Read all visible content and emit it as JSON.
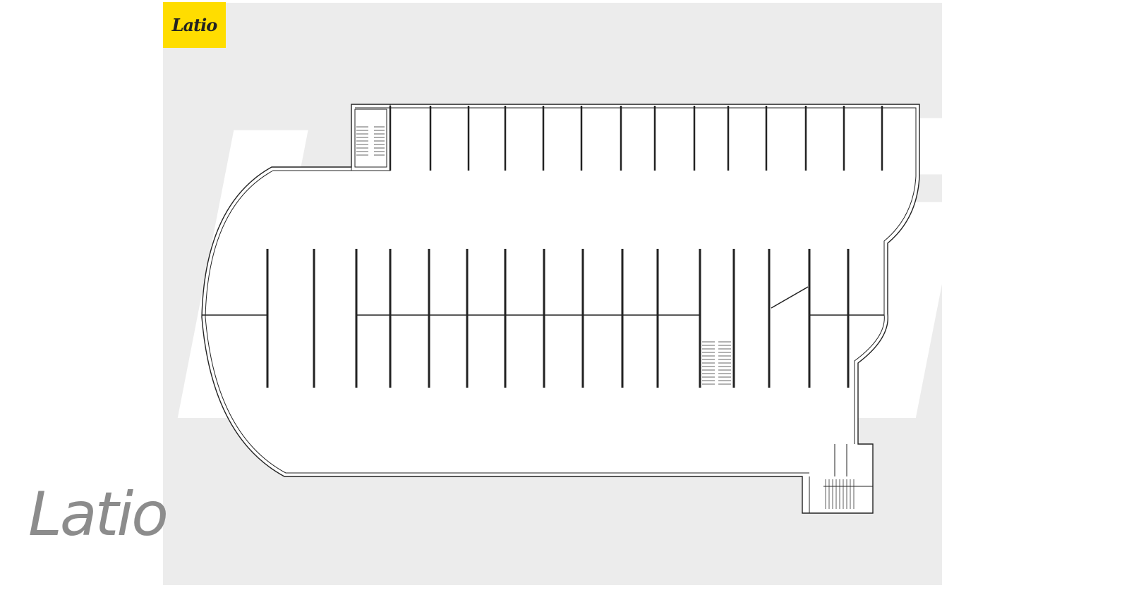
{
  "logo": {
    "text": "Latio",
    "color": "#ffdd00"
  },
  "corner_logo": {
    "text": "Latio"
  },
  "watermark": {
    "text": "Latio"
  },
  "plan": {
    "title": "Parking floor plan",
    "top_row_stalls": 14,
    "middle_row_stalls": 16
  }
}
